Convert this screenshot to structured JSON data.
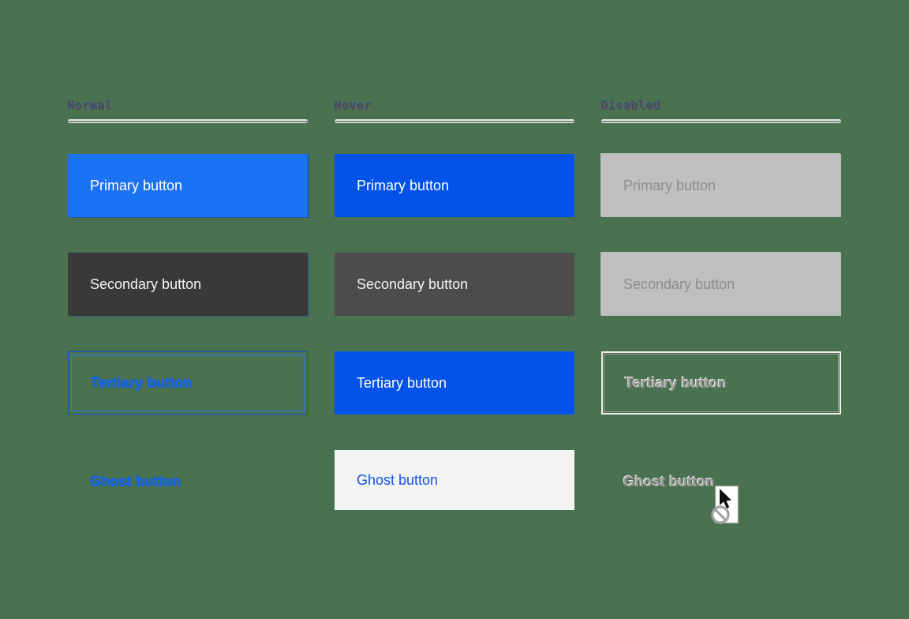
{
  "columns": [
    {
      "header": "Normal",
      "buttons": [
        {
          "label": "Primary button"
        },
        {
          "label": "Secondary button"
        },
        {
          "label": "Tertiary button"
        },
        {
          "label": "Ghost button"
        }
      ]
    },
    {
      "header": "Hover",
      "buttons": [
        {
          "label": "Primary button"
        },
        {
          "label": "Secondary button"
        },
        {
          "label": "Tertiary button"
        },
        {
          "label": "Ghost button"
        }
      ]
    },
    {
      "header": "Disabled",
      "buttons": [
        {
          "label": "Primary button"
        },
        {
          "label": "Secondary button"
        },
        {
          "label": "Tertiary button"
        },
        {
          "label": "Ghost button"
        }
      ]
    }
  ],
  "cursor": {
    "name": "not-allowed-cursor"
  },
  "colors": {
    "background": "#4A7150",
    "primary": "#1B72F2",
    "primary_hover": "#0353E9",
    "secondary": "#393939",
    "secondary_hover": "#4C4C4C",
    "tertiary_outline": "#1565E8",
    "ghost_text": "#1453E0",
    "ghost_hover_bg": "#F3F3F3",
    "disabled_fill": "#BFBFBF",
    "disabled_text": "#8D8D8D",
    "button_text_light": "#FFFFFF"
  }
}
